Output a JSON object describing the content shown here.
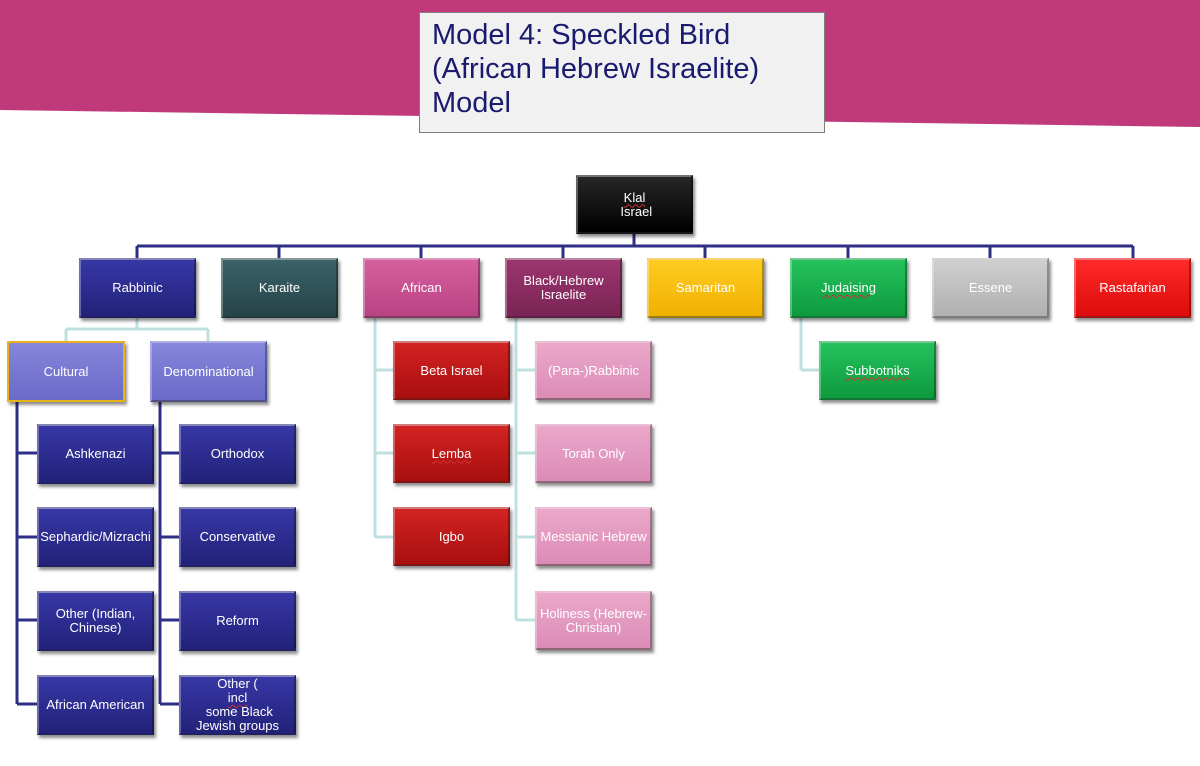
{
  "slide": {
    "title_lines": [
      "Model 4: Speckled Bird",
      "(African Hebrew Israelite)",
      "Model"
    ],
    "banner_color": "#c0397a"
  },
  "colors": {
    "root": "#050505",
    "rabbinic_dark": "#2a2a8c",
    "rabbinic_light": "#7878d4",
    "karaite": "#2f5257",
    "african": "#c94e92",
    "black_hebrew": "#8b2a60",
    "samaritan": "#ffc000",
    "judaising": "#16b04c",
    "essene": "#bfbfbf",
    "rastafarian": "#ee1111",
    "african_child": "#c01818",
    "black_hebrew_child": "#e59ac0",
    "main_connector": "#2e2e86",
    "sub_connector": "#bfe0e0"
  },
  "nodes": {
    "root": {
      "label": "Klal Israel",
      "spell_flag": "Klal",
      "rest": " Israel"
    },
    "rabbinic": {
      "label": "Rabbinic"
    },
    "karaite": {
      "label": "Karaite"
    },
    "african": {
      "label": "African"
    },
    "black_hebrew": {
      "label": "Black/Hebrew Israelite"
    },
    "samaritan": {
      "label": "Samaritan"
    },
    "judaising": {
      "label": "Judaising"
    },
    "essene": {
      "label": "Essene"
    },
    "rastafarian": {
      "label": "Rastafarian"
    },
    "cultural": {
      "label": "Cultural"
    },
    "denominational": {
      "label": "Denominational"
    },
    "ashkenazi": {
      "label": "Ashkenazi"
    },
    "sephardic": {
      "label": "Sephardic/Mizrachi"
    },
    "other_indian": {
      "label": "Other (Indian, Chinese)"
    },
    "african_american": {
      "label": "African American"
    },
    "orthodox": {
      "label": "Orthodox"
    },
    "conservative": {
      "label": "Conservative"
    },
    "reform": {
      "label": "Reform"
    },
    "other_incl": {
      "label": "Other (incl some Black Jewish groups",
      "pre": "Other (",
      "spell_flag": "incl",
      "post": " some Black Jewish groups"
    },
    "beta_israel": {
      "label": "Beta Israel"
    },
    "lemba": {
      "label": "Lemba"
    },
    "igbo": {
      "label": "Igbo"
    },
    "para_rabbinic": {
      "label": "(Para-)Rabbinic"
    },
    "torah_only": {
      "label": "Torah Only"
    },
    "messianic_hebrew": {
      "label": "Messianic Hebrew"
    },
    "holiness": {
      "label": "Holiness (Hebrew-Christian)"
    },
    "subbotniks": {
      "label": "Subbotniks"
    }
  }
}
